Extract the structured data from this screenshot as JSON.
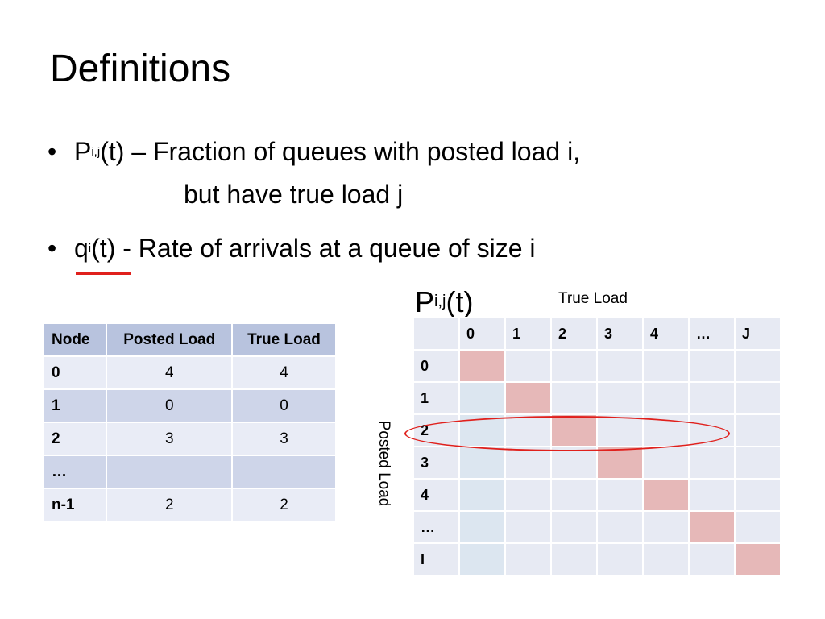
{
  "slide": {
    "title": "Definitions",
    "bullets": [
      {
        "sym": "P",
        "sub": "i,j",
        "rest": "(t) – Fraction of queues with posted load i,",
        "cont": "but have true load j"
      },
      {
        "sym": "q",
        "sub": "i",
        "rest": "(t)  -  Rate of arrivals at a queue of size i"
      }
    ]
  },
  "nodes_table": {
    "headers": [
      "Node",
      "Posted Load",
      "True Load"
    ],
    "rows": [
      [
        "0",
        "4",
        "4"
      ],
      [
        "1",
        "0",
        "0"
      ],
      [
        "2",
        "3",
        "3"
      ],
      [
        "…",
        "",
        ""
      ],
      [
        "n-1",
        "2",
        "2"
      ]
    ]
  },
  "matrix": {
    "title_sym": "P",
    "title_sub": "i,j",
    "title_rest": "(t)",
    "col_label": "True Load",
    "row_label": "Posted Load",
    "col_headers": [
      "0",
      "1",
      "2",
      "3",
      "4",
      "…",
      "J"
    ],
    "row_headers": [
      "0",
      "1",
      "2",
      "3",
      "4",
      "…",
      "I"
    ],
    "colors": {
      "diagonal": "#e6b8b8",
      "column_zero": "#dce6f0",
      "highlight": "#e0201c"
    }
  }
}
